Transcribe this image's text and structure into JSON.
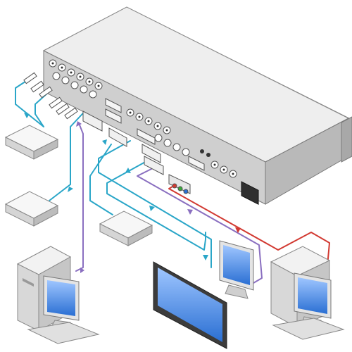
{
  "diagram": {
    "colors": {
      "background": "#ffffff",
      "device_top": "#f0f0f0",
      "device_front": "#cfcfcf",
      "device_side": "#b5b5b5",
      "device_edge": "#7a7a7a",
      "cable_blue": "#2aa6c8",
      "cable_purple": "#8a6fc0",
      "cable_red": "#d23a32",
      "equipment_light": "#f2f2f2",
      "equipment_mid": "#c9c9c9",
      "screen_blue": "#2a6fd3",
      "screen_sky": "#9fc6ff"
    },
    "components": [
      {
        "id": "main-switcher",
        "icon": "rack-unit"
      },
      {
        "id": "source-box-1",
        "icon": "media-player"
      },
      {
        "id": "source-box-2",
        "icon": "media-player"
      },
      {
        "id": "source-box-3",
        "icon": "media-player"
      },
      {
        "id": "workstation-left",
        "icon": "desktop-pc"
      },
      {
        "id": "workstation-right",
        "icon": "desktop-pc"
      },
      {
        "id": "display-flat-panel",
        "icon": "flat-panel-display"
      },
      {
        "id": "monitor-center",
        "icon": "lcd-monitor"
      }
    ],
    "connections": [
      {
        "from": "source-box-1",
        "to": "main-switcher",
        "color": "cable_blue"
      },
      {
        "from": "source-box-2",
        "to": "main-switcher",
        "color": "cable_blue"
      },
      {
        "from": "source-box-3",
        "to": "main-switcher",
        "color": "cable_blue"
      },
      {
        "from": "workstation-left",
        "to": "main-switcher",
        "color": "cable_purple"
      },
      {
        "from": "main-switcher",
        "to": "display-flat-panel",
        "color": "cable_blue"
      },
      {
        "from": "main-switcher",
        "to": "monitor-center",
        "color": "cable_purple"
      },
      {
        "from": "main-switcher",
        "to": "workstation-right",
        "color": "cable_red"
      }
    ]
  }
}
